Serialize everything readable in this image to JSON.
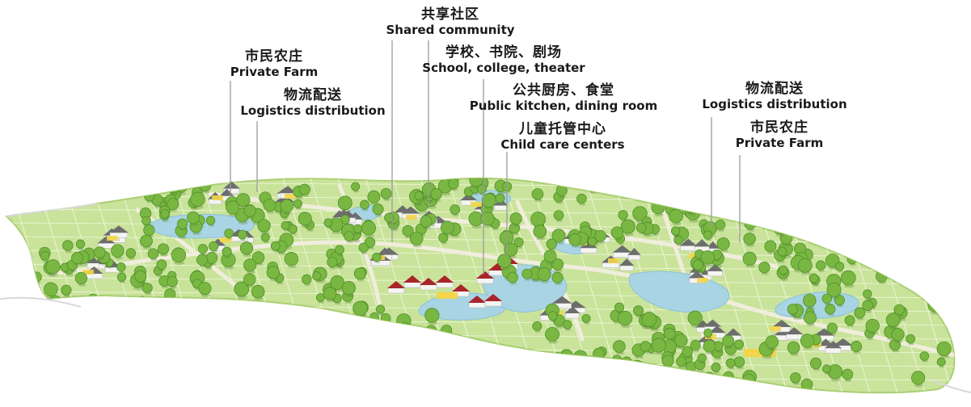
{
  "labels": [
    {
      "id": "shared",
      "zh": "共享社区",
      "en": "Shared community"
    },
    {
      "id": "school",
      "zh": "学校、书院、剧场",
      "en": "School, college, theater"
    },
    {
      "id": "kitchen",
      "zh": "公共厨房、食堂",
      "en": "Public kitchen, dining room"
    },
    {
      "id": "childcare",
      "zh": "儿童托管中心",
      "en": "Child care centers"
    },
    {
      "id": "farm_left",
      "zh": "市民农庄",
      "en": "Private Farm"
    },
    {
      "id": "logistics_left",
      "zh": "物流配送",
      "en": "Logistics distribution"
    },
    {
      "id": "logistics_right",
      "zh": "物流配送",
      "en": "Logistics distribution"
    },
    {
      "id": "farm_right",
      "zh": "市民农庄",
      "en": "Private Farm"
    }
  ],
  "colors": {
    "land": "#c9e39a",
    "land_edge": "#a9cf72",
    "field_line": "#e8f3cf",
    "path": "#f1eddc",
    "water": "#a8d4e4",
    "tree": "#79b742",
    "tree_dark": "#4f8f2a",
    "roof": "#6d6d6d",
    "wall": "#f4f4f2",
    "accent_red": "#a8252a",
    "accent_yellow": "#f3d54a",
    "leader": "#9a9a9a"
  }
}
